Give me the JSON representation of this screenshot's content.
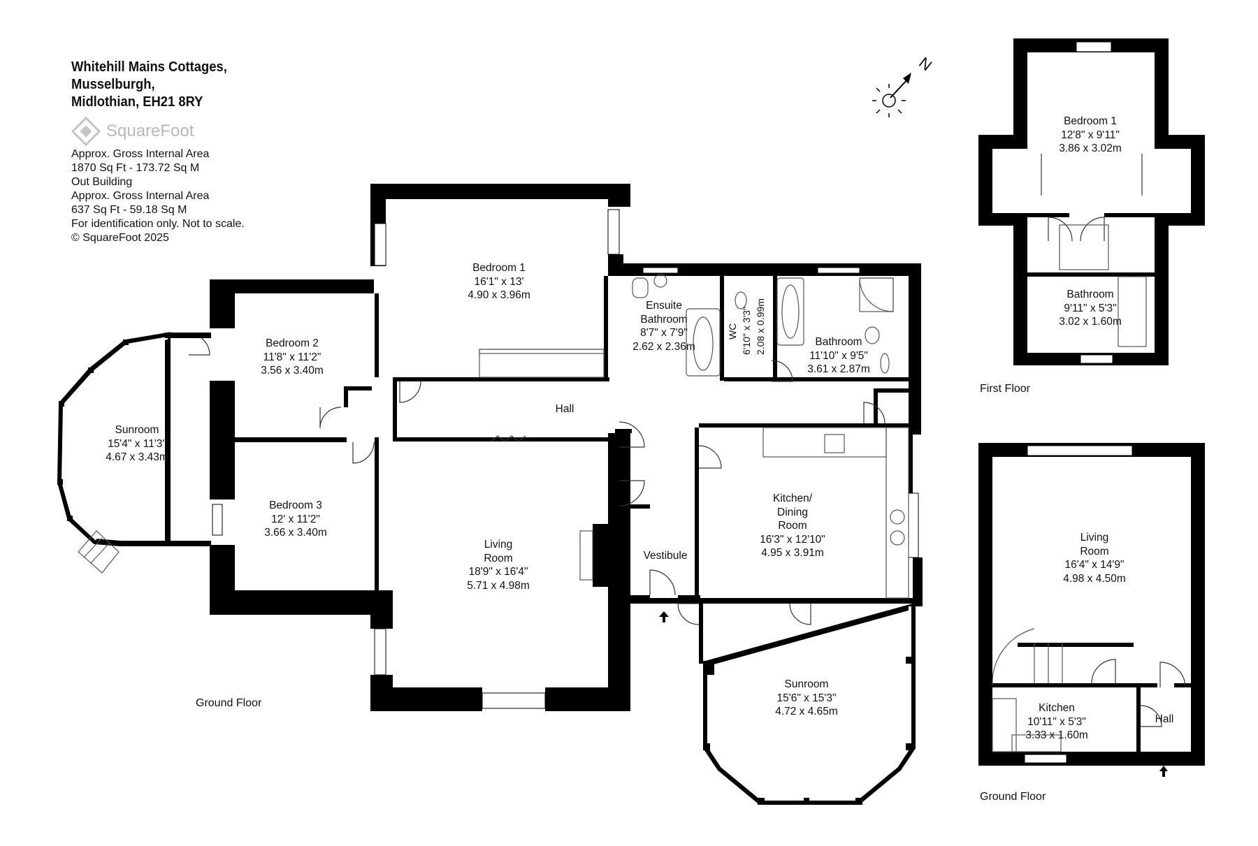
{
  "address": {
    "line1": "Whitehill Mains Cottages,",
    "line2": "Musselburgh,",
    "line3": "Midlothian, EH21 8RY"
  },
  "logo_text": "SquareFoot",
  "area_info": [
    "Approx. Gross Internal Area",
    "1870 Sq Ft  -  173.72 Sq M",
    "Out Building",
    "Approx. Gross Internal Area",
    "637 Sq Ft  -  59.18 Sq M",
    "For identification only. Not to scale.",
    "© SquareFoot 2025"
  ],
  "compass": {
    "label": "N"
  },
  "colors": {
    "wall": "#000000",
    "window": "#ffffff",
    "fixture_line": "#555555"
  },
  "main_house": {
    "floor_label": "Ground Floor",
    "rooms": {
      "sunroom_left": {
        "name": "Sunroom",
        "imperial": "15'4\" x 11'3\"",
        "metric": "4.67 x 3.43m"
      },
      "bedroom2": {
        "name": "Bedroom 2",
        "imperial": "11'8\" x 11'2\"",
        "metric": "3.56 x 3.40m"
      },
      "bedroom3": {
        "name": "Bedroom 3",
        "imperial": "12' x 11'2\"",
        "metric": "3.66 x 3.40m"
      },
      "bedroom1": {
        "name": "Bedroom 1",
        "imperial": "16'1\" x 13'",
        "metric": "4.90 x 3.96m"
      },
      "ensuite": {
        "name1": "Ensuite",
        "name2": "Bathroom",
        "imperial": "8'7\" x 7'9\"",
        "metric": "2.62 x 2.36m"
      },
      "wc": {
        "name": "WC",
        "imperial": "6'10\" x 3'3\"",
        "metric": "2.08 x 0.99m"
      },
      "bathroom": {
        "name": "Bathroom",
        "imperial": "11'10\" x 9'5\"",
        "metric": "3.61 x 2.87m"
      },
      "hall": {
        "name": "Hall"
      },
      "living": {
        "name1": "Living",
        "name2": "Room",
        "imperial": "18'9\" x 16'4\"",
        "metric": "5.71 x 4.98m"
      },
      "vestibule": {
        "name": "Vestibule"
      },
      "kitchen": {
        "name1": "Kitchen/",
        "name2": "Dining",
        "name3": "Room",
        "imperial": "16'3\" x 12'10\"",
        "metric": "4.95 x 3.91m"
      },
      "sunroom_right": {
        "name": "Sunroom",
        "imperial": "15'6\" x 15'3\"",
        "metric": "4.72 x 4.65m"
      }
    }
  },
  "outbuilding_first": {
    "floor_label": "First Floor",
    "rooms": {
      "bedroom1": {
        "name": "Bedroom 1",
        "imperial": "12'8\" x 9'11\"",
        "metric": "3.86 x 3.02m"
      },
      "bathroom": {
        "name": "Bathroom",
        "imperial": "9'11\" x 5'3\"",
        "metric": "3.02 x 1.60m"
      }
    }
  },
  "outbuilding_ground": {
    "floor_label": "Ground Floor",
    "rooms": {
      "living": {
        "name1": "Living",
        "name2": "Room",
        "imperial": "16'4\" x 14'9\"",
        "metric": "4.98 x 4.50m"
      },
      "kitchen": {
        "name": "Kitchen",
        "imperial": "10'11\" x 5'3\"",
        "metric": "3.33 x 1.60m"
      },
      "hall": {
        "name": "Hall"
      }
    }
  }
}
